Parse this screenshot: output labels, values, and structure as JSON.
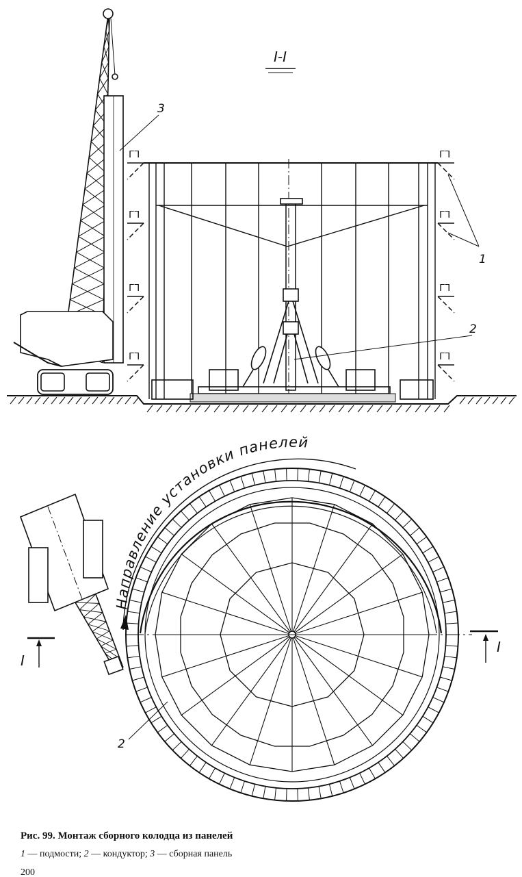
{
  "section_mark": "I-I",
  "callouts": {
    "scaffold": "1",
    "jig": "2",
    "panel": "3"
  },
  "plan": {
    "direction_label": "Направление установки панелей",
    "cut_left": "I",
    "cut_right": "I",
    "jig_callout": "2"
  },
  "caption": {
    "title": "Рис. 99. Монтаж сборного колодца из панелей",
    "legend": [
      {
        "num": "1",
        "text": " — подмости; "
      },
      {
        "num": "2",
        "text": " — кондуктор; "
      },
      {
        "num": "3",
        "text": " — сборная панель"
      }
    ],
    "page_number": "200"
  }
}
